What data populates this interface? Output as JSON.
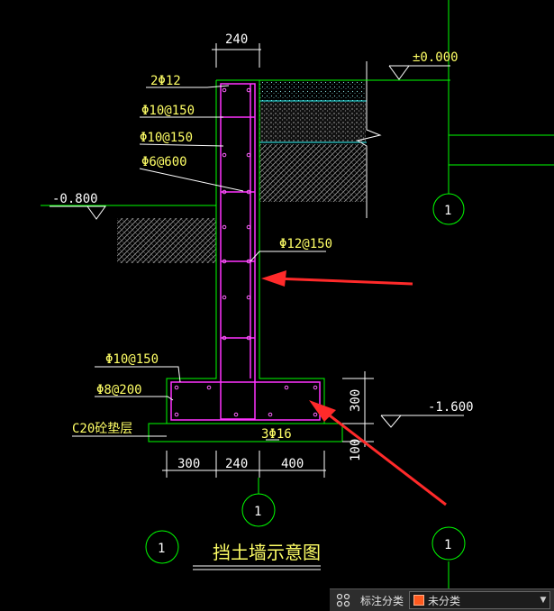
{
  "drawing": {
    "title": "挡土墙示意图",
    "rebar_labels": {
      "top": "2Φ12",
      "h1": "Φ10@150",
      "h2": "Φ10@150",
      "tie": "Φ6@600",
      "vertical": "Φ12@150",
      "footing_top": "Φ10@150",
      "footing_bottom": "Φ8@200",
      "footing_main": "3Φ16"
    },
    "cushion_label": "C20砼垫层",
    "elevations": {
      "ground": "±0.000",
      "left": "-0.800",
      "bottom": "-1.600"
    },
    "dimensions": {
      "wall_thickness": "240",
      "footing_left": "300",
      "footing_mid": "240",
      "footing_right": "400",
      "footing_height": "300",
      "cushion_height": "100"
    },
    "axis_labels": {
      "a1": "1",
      "a2": "1",
      "a3": "1",
      "a4": "1"
    }
  },
  "statusbar": {
    "label": "标注分类",
    "selected": "未分类",
    "swatch_color": "#ff5a1f"
  }
}
